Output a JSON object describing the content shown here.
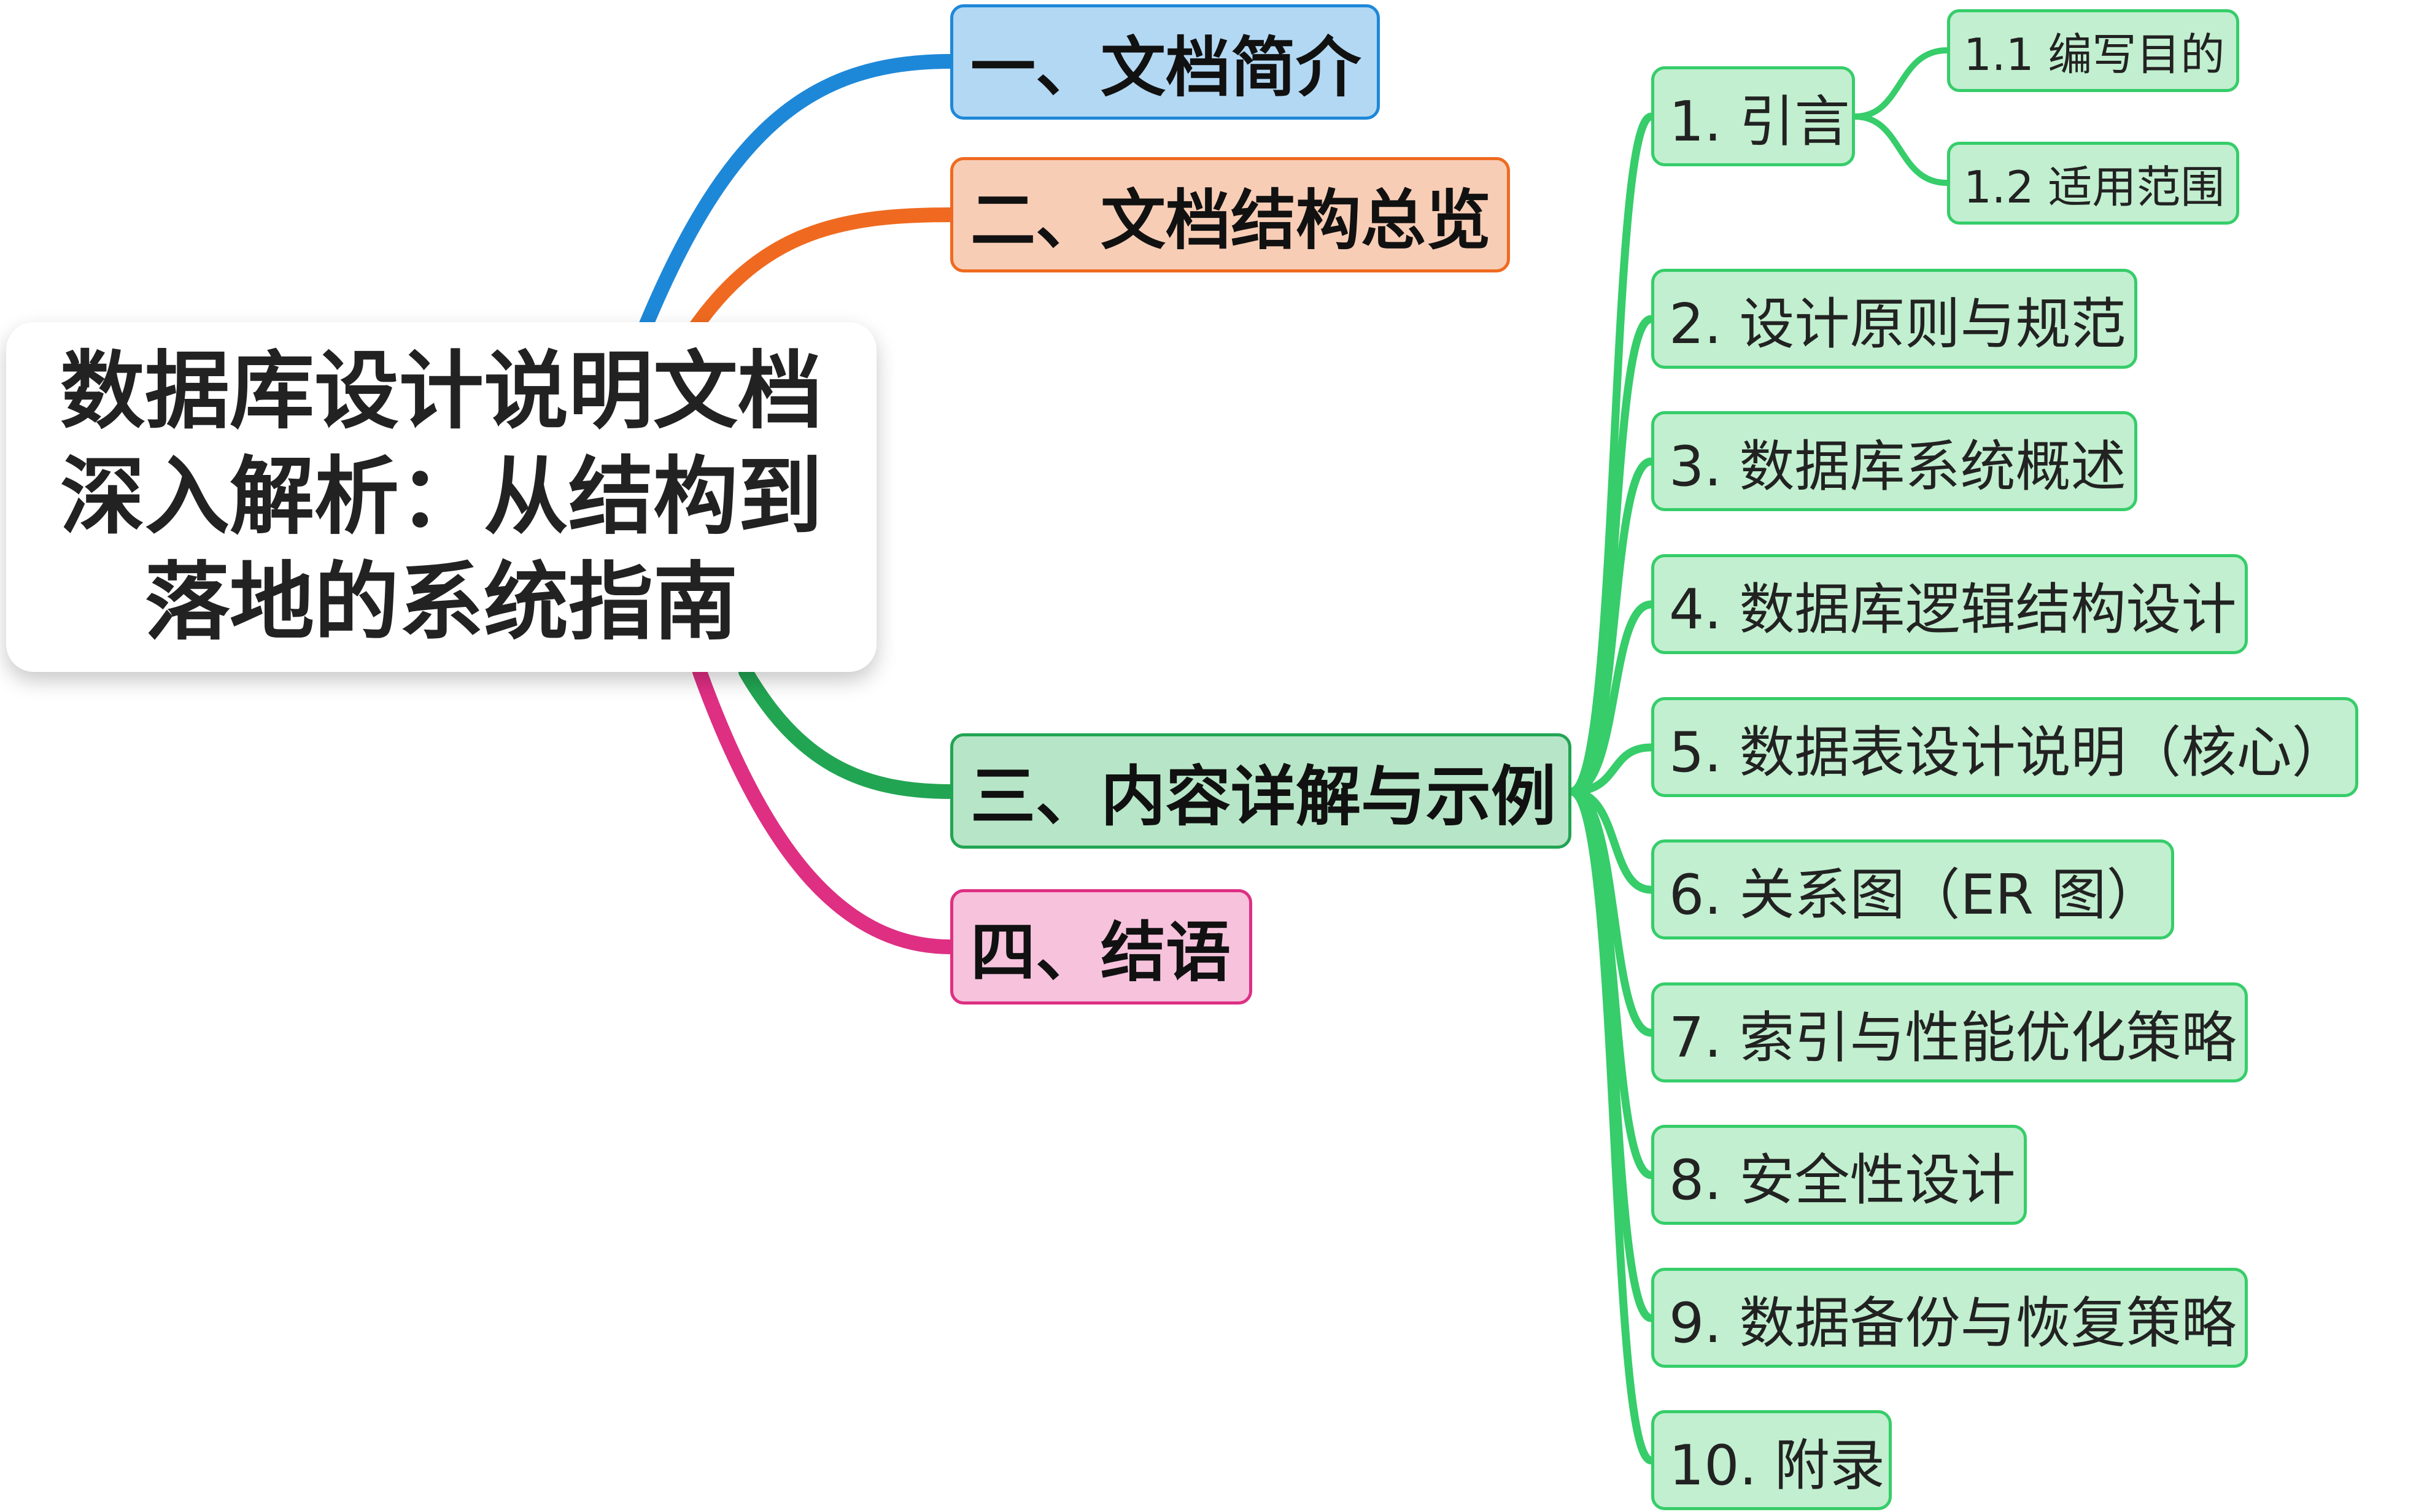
{
  "root": {
    "title": "数据库设计说明文档\n深入解析：从结构到\n落地的系统指南"
  },
  "branches": [
    {
      "label": "一、文档简介",
      "color": "#1e88d8"
    },
    {
      "label": "二、文档结构总览",
      "color": "#ef6a20"
    },
    {
      "label": "三、内容详解与示例",
      "color": "#22a553"
    },
    {
      "label": "四、结语",
      "color": "#de2f83"
    }
  ],
  "details": [
    {
      "label": "1. 引言"
    },
    {
      "label": "2. 设计原则与规范"
    },
    {
      "label": "3. 数据库系统概述"
    },
    {
      "label": "4. 数据库逻辑结构设计"
    },
    {
      "label": "5. 数据表设计说明（核心）"
    },
    {
      "label": "6. 关系图（ER 图）"
    },
    {
      "label": "7. 索引与性能优化策略"
    },
    {
      "label": "8. 安全性设计"
    },
    {
      "label": "9. 数据备份与恢复策略"
    },
    {
      "label": "10. 附录"
    }
  ],
  "intro_children": [
    {
      "label": "1.1 编写目的"
    },
    {
      "label": "1.2 适用范围"
    }
  ],
  "connector_color": "#36cd6a"
}
